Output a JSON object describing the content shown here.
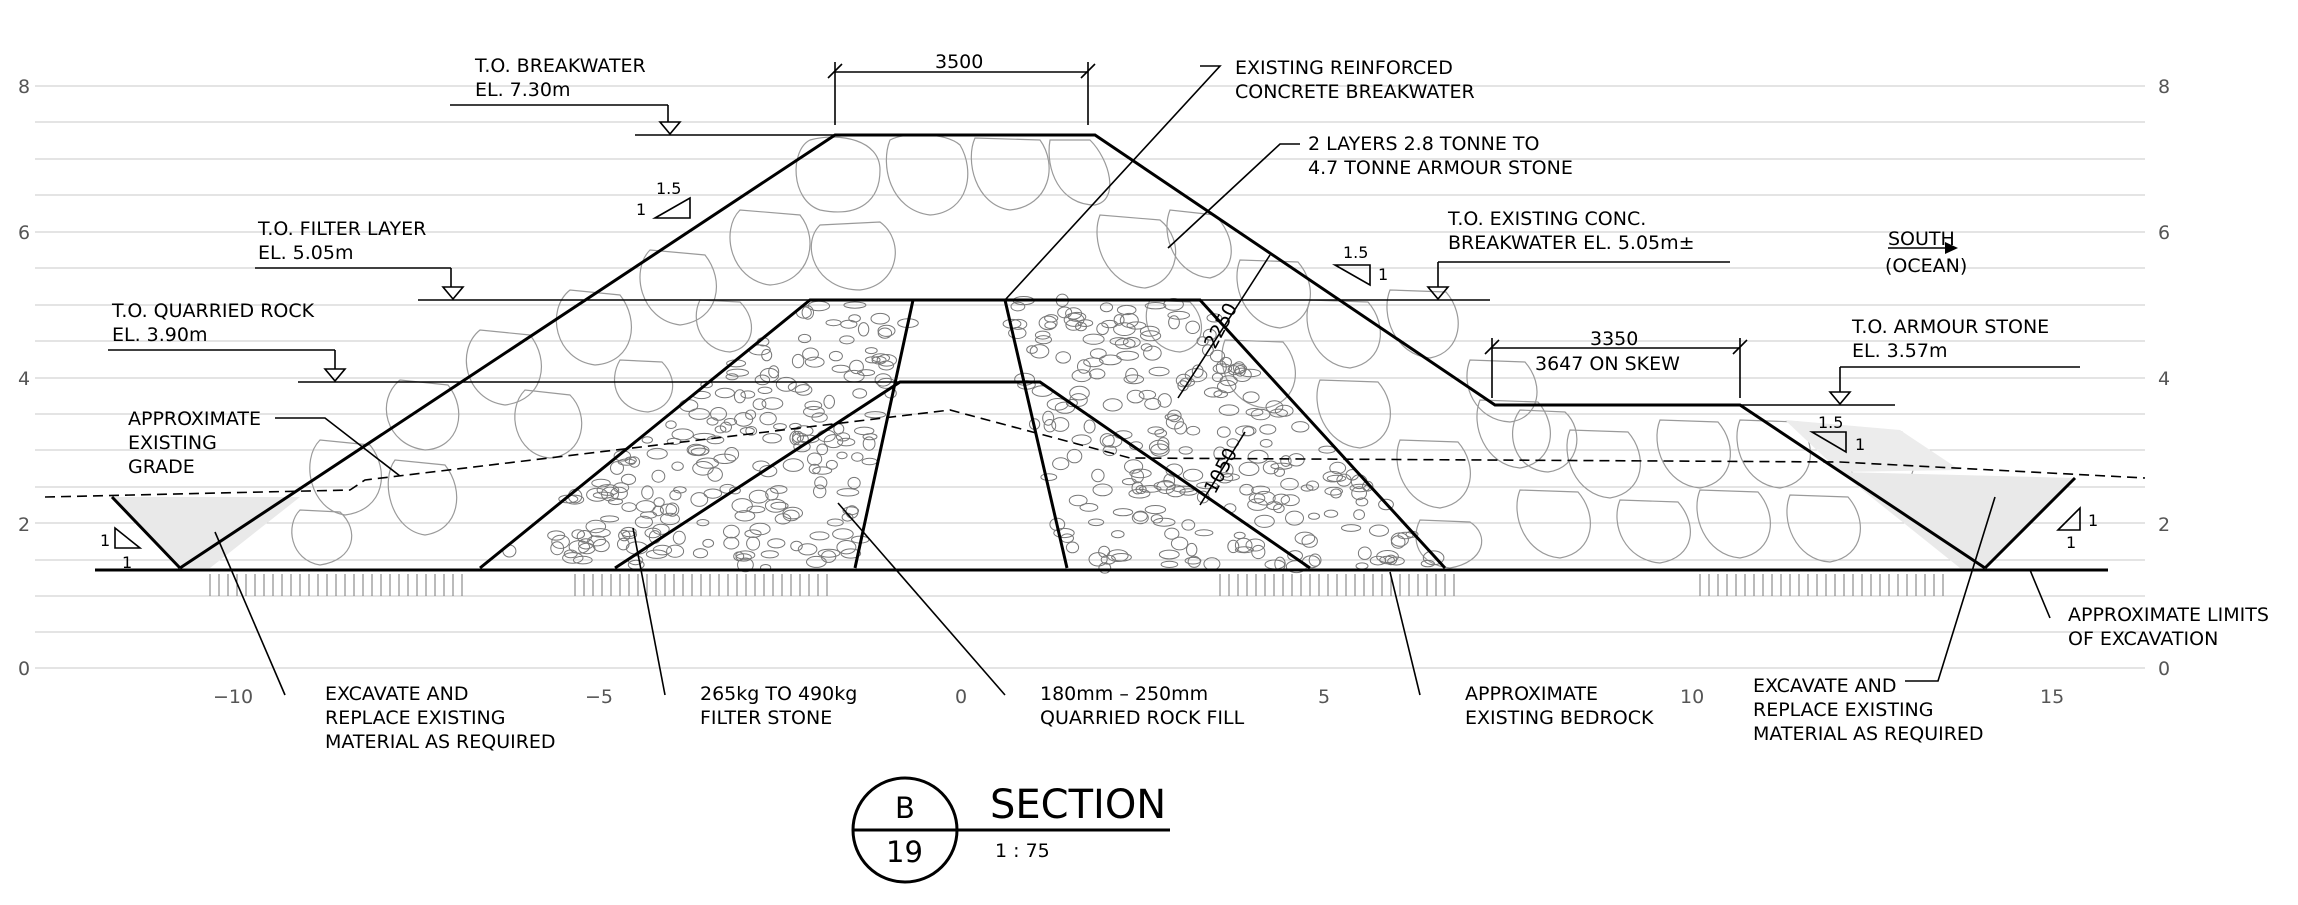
{
  "ticks": {
    "y_left": [
      "8",
      "6",
      "4",
      "2",
      "0"
    ],
    "y_right": [
      "8",
      "6",
      "4",
      "2",
      "0"
    ],
    "x": [
      "−10",
      "−5",
      "0",
      "5",
      "10",
      "15"
    ]
  },
  "labels": {
    "to_breakwater_1": "T.O. BREAKWATER",
    "to_breakwater_2": "EL.  7.30m",
    "to_filter_1": "T.O. FILTER LAYER",
    "to_filter_2": "EL.  5.05m",
    "to_quarried_1": "T.O. QUARRIED ROCK",
    "to_quarried_2": "EL.  3.90m",
    "approx_grade_1": "APPROXIMATE",
    "approx_grade_2": "EXISTING",
    "approx_grade_3": "GRADE",
    "existing_rc_1": "EXISTING REINFORCED",
    "existing_rc_2": "CONCRETE BREAKWATER",
    "layers_1": "2 LAYERS 2.8 TONNE TO",
    "layers_2": "4.7 TONNE ARMOUR STONE",
    "to_exist_conc_1": "T.O. EXISTING CONC.",
    "to_exist_conc_2": "BREAKWATER EL. 5.05m±",
    "south_1": "SOUTH",
    "south_2": "(OCEAN)",
    "to_armour_1": "T.O. ARMOUR STONE",
    "to_armour_2": "EL. 3.57m",
    "excavate_left_1": "EXCAVATE AND",
    "excavate_left_2": "REPLACE EXISTING",
    "excavate_left_3": "MATERIAL AS REQUIRED",
    "filter_stone_1": "265kg TO 490kg",
    "filter_stone_2": "FILTER STONE",
    "quarried_fill_1": "180mm – 250mm",
    "quarried_fill_2": "QUARRIED ROCK FILL",
    "bedrock_1": "APPROXIMATE",
    "bedrock_2": "EXISTING BEDROCK",
    "excavate_right_1": "EXCAVATE AND",
    "excavate_right_2": "REPLACE EXISTING",
    "excavate_right_3": "MATERIAL AS REQUIRED",
    "limits_1": "APPROXIMATE LIMITS",
    "limits_2": "OF EXCAVATION"
  },
  "dimensions": {
    "top_width": "3500",
    "armour_thickness": "2250",
    "filter_thickness": "1050",
    "berm_width": "3350",
    "berm_skew": "3647 ON SKEW"
  },
  "slopes": {
    "h": "1.5",
    "v": "1",
    "one": "1"
  },
  "title": {
    "section_letter": "B",
    "sheet_number": "19",
    "heading": "SECTION",
    "scale": "1 : 75"
  }
}
